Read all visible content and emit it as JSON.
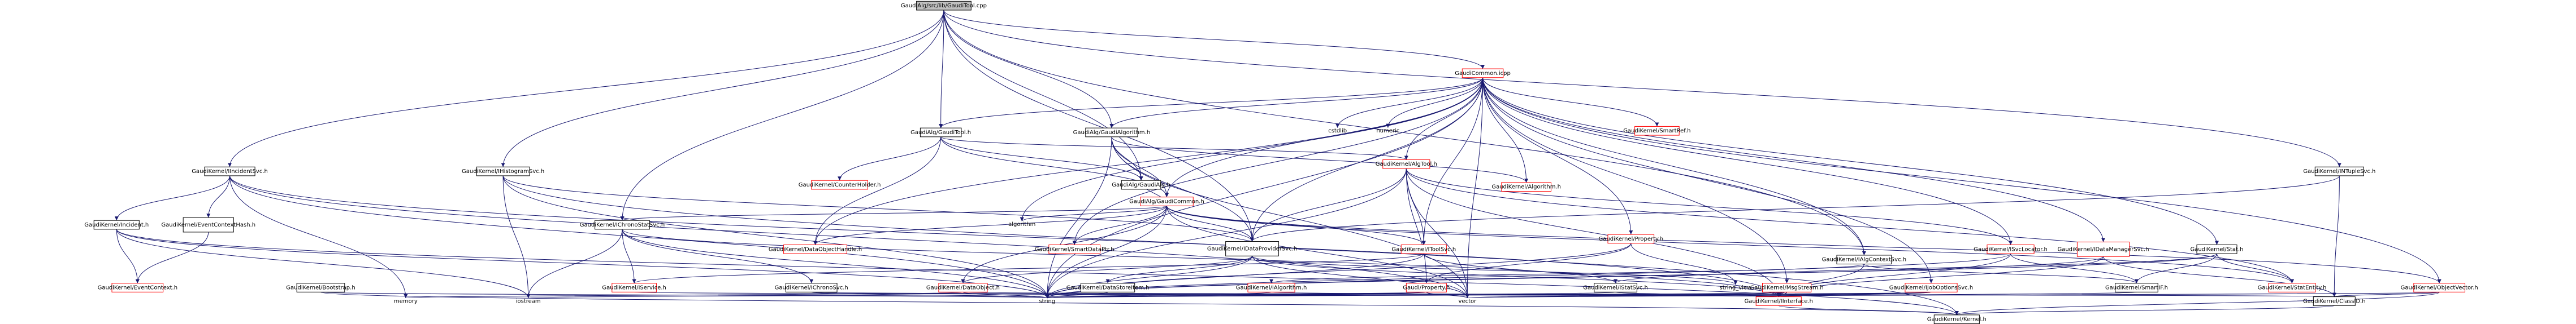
{
  "colors": {
    "edge": "#191970",
    "root_fill": "#bfbfbf",
    "red_border": "#ff0000",
    "black_border": "#000000"
  },
  "nodes": [
    {
      "id": "root",
      "label": "GaudiAlg/src/lib/GaudiTool.cpp",
      "style": "root"
    },
    {
      "id": "gaudicommon_icpp",
      "label": "GaudiCommon.icpp",
      "style": "red"
    },
    {
      "id": "gauditool_h",
      "label": "GaudiAlg/GaudiTool.h",
      "style": "black"
    },
    {
      "id": "gaudialgorithm_h",
      "label": "GaudiAlg/GaudiAlgorithm.h",
      "style": "black"
    },
    {
      "id": "iincidentsvc",
      "label": "GaudiKernel/IIncidentSvc.h",
      "style": "black"
    },
    {
      "id": "ihistogramsvc",
      "label": "GaudiKernel/IHistogramSvc.h",
      "style": "black"
    },
    {
      "id": "intuplesvc",
      "label": "GaudiKernel/INTupleSvc.h",
      "style": "black"
    },
    {
      "id": "cstdlib",
      "label": "cstdlib",
      "style": "plain"
    },
    {
      "id": "numeric",
      "label": "numeric",
      "style": "plain"
    },
    {
      "id": "smartref",
      "label": "GaudiKernel/SmartRef.h",
      "style": "red"
    },
    {
      "id": "counterholder",
      "label": "GaudiKernel/CounterHolder.h",
      "style": "red"
    },
    {
      "id": "gaudialg_h",
      "label": "GaudiAlg/GaudiAlg.h",
      "style": "black"
    },
    {
      "id": "gaudicommon_h",
      "label": "GaudiAlg/GaudiCommon.h",
      "style": "red"
    },
    {
      "id": "algtool",
      "label": "GaudiKernel/AlgTool.h",
      "style": "red"
    },
    {
      "id": "algorithm_h",
      "label": "GaudiKernel/Algorithm.h",
      "style": "red"
    },
    {
      "id": "incident",
      "label": "GaudiKernel/Incident.h",
      "style": "black"
    },
    {
      "id": "eventcontexthash",
      "label": "GaudiKernel/EventContextHash.h",
      "style": "black"
    },
    {
      "id": "ichronostatsvc",
      "label": "GaudiKernel/IChronoStatSvc.h",
      "style": "black"
    },
    {
      "id": "algorithm_std",
      "label": "algorithm",
      "style": "plain"
    },
    {
      "id": "dataobjecthandle",
      "label": "GaudiKernel/DataObjectHandle.h",
      "style": "red"
    },
    {
      "id": "smartdataptr",
      "label": "GaudiKernel/SmartDataPtr.h",
      "style": "red"
    },
    {
      "id": "idataprovidersvc",
      "label": "GaudiKernel/IDataProviderSvc.h",
      "style": "black"
    },
    {
      "id": "itoolsvc",
      "label": "GaudiKernel/IToolSvc.h",
      "style": "red"
    },
    {
      "id": "property",
      "label": "GaudiKernel/Property.h",
      "style": "red"
    },
    {
      "id": "ialgcontextsvc",
      "label": "GaudiKernel/IAlgContextSvc.h",
      "style": "black"
    },
    {
      "id": "isvclocator",
      "label": "GaudiKernel/ISvcLocator.h",
      "style": "red"
    },
    {
      "id": "idatamanagersvc",
      "label": "GaudiKernel/IDataManagerSvc.h",
      "style": "red"
    },
    {
      "id": "stat",
      "label": "GaudiKernel/Stat.h",
      "style": "black"
    },
    {
      "id": "eventcontext",
      "label": "GaudiKernel/EventContext.h",
      "style": "red"
    },
    {
      "id": "bootstrap",
      "label": "GaudiKernel/Bootstrap.h",
      "style": "black"
    },
    {
      "id": "iservice",
      "label": "GaudiKernel/IService.h",
      "style": "red"
    },
    {
      "id": "ichronosvc",
      "label": "GaudiKernel/IChronoSvc.h",
      "style": "black"
    },
    {
      "id": "dataobject",
      "label": "GaudiKernel/DataObject.h",
      "style": "red"
    },
    {
      "id": "datastoreitem",
      "label": "GaudiKernel/DataStoreItem.h",
      "style": "black"
    },
    {
      "id": "ialgorithm",
      "label": "GaudiKernel/IAlgorithm.h",
      "style": "red"
    },
    {
      "id": "gaudiproperty",
      "label": "Gaudi/Property.h",
      "style": "red"
    },
    {
      "id": "istatsvc",
      "label": "GaudiKernel/IStatSvc.h",
      "style": "black"
    },
    {
      "id": "string_view",
      "label": "string_view",
      "style": "plain"
    },
    {
      "id": "msgstream",
      "label": "GaudiKernel/MsgStream.h",
      "style": "red"
    },
    {
      "id": "ijoboptionssvc",
      "label": "GaudiKernel/IJobOptionsSvc.h",
      "style": "red"
    },
    {
      "id": "smartif",
      "label": "GaudiKernel/SmartIF.h",
      "style": "black"
    },
    {
      "id": "statentity",
      "label": "GaudiKernel/StatEntity.h",
      "style": "red"
    },
    {
      "id": "objectvector",
      "label": "GaudiKernel/ObjectVector.h",
      "style": "red"
    },
    {
      "id": "memory",
      "label": "memory",
      "style": "plain"
    },
    {
      "id": "iostream",
      "label": "iostream",
      "style": "plain"
    },
    {
      "id": "string",
      "label": "string",
      "style": "plain"
    },
    {
      "id": "vector",
      "label": "vector",
      "style": "plain"
    },
    {
      "id": "iinterface",
      "label": "GaudiKernel/IInterface.h",
      "style": "red"
    },
    {
      "id": "classid",
      "label": "GaudiKernel/ClassID.h",
      "style": "black"
    },
    {
      "id": "kernel",
      "label": "GaudiKernel/Kernel.h",
      "style": "black"
    }
  ],
  "edges": [
    [
      "root",
      "gaudicommon_icpp"
    ],
    [
      "root",
      "gauditool_h"
    ],
    [
      "root",
      "gaudialgorithm_h"
    ],
    [
      "root",
      "iincidentsvc"
    ],
    [
      "root",
      "ihistogramsvc"
    ],
    [
      "root",
      "intuplesvc"
    ],
    [
      "root",
      "ichronostatsvc"
    ],
    [
      "root",
      "gaudialg_h"
    ],
    [
      "root",
      "idataprovidersvc"
    ],
    [
      "root",
      "ialgcontextsvc"
    ],
    [
      "gaudicommon_icpp",
      "cstdlib"
    ],
    [
      "gaudicommon_icpp",
      "numeric"
    ],
    [
      "gaudicommon_icpp",
      "smartref"
    ],
    [
      "gaudicommon_icpp",
      "gauditool_h"
    ],
    [
      "gaudicommon_icpp",
      "gaudialgorithm_h"
    ],
    [
      "gaudicommon_icpp",
      "algtool"
    ],
    [
      "gaudicommon_icpp",
      "algorithm_h"
    ],
    [
      "gaudicommon_icpp",
      "gaudicommon_h"
    ],
    [
      "gaudicommon_icpp",
      "smartdataptr"
    ],
    [
      "gaudicommon_icpp",
      "idataprovidersvc"
    ],
    [
      "gaudicommon_icpp",
      "itoolsvc"
    ],
    [
      "gaudicommon_icpp",
      "property"
    ],
    [
      "gaudicommon_icpp",
      "ialgcontextsvc"
    ],
    [
      "gaudicommon_icpp",
      "isvclocator"
    ],
    [
      "gaudicommon_icpp",
      "idatamanagersvc"
    ],
    [
      "gaudicommon_icpp",
      "stat"
    ],
    [
      "gaudicommon_icpp",
      "msgstream"
    ],
    [
      "gaudicommon_icpp",
      "ijoboptionssvc"
    ],
    [
      "gaudicommon_icpp",
      "objectvector"
    ],
    [
      "gaudicommon_icpp",
      "dataobjecthandle"
    ],
    [
      "gaudicommon_icpp",
      "algorithm_std"
    ],
    [
      "gaudicommon_icpp",
      "vector"
    ],
    [
      "gaudicommon_icpp",
      "string"
    ],
    [
      "gauditool_h",
      "gaudicommon_h"
    ],
    [
      "gauditool_h",
      "algtool"
    ],
    [
      "gauditool_h",
      "counterholder"
    ],
    [
      "gauditool_h",
      "gaudialg_h"
    ],
    [
      "gauditool_h",
      "dataobjecthandle"
    ],
    [
      "gaudialgorithm_h",
      "gaudicommon_h"
    ],
    [
      "gaudialgorithm_h",
      "algorithm_h"
    ],
    [
      "gaudialgorithm_h",
      "gaudialg_h"
    ],
    [
      "gaudialgorithm_h",
      "idataprovidersvc"
    ],
    [
      "gaudialgorithm_h",
      "vector"
    ],
    [
      "gaudialgorithm_h",
      "string"
    ],
    [
      "gaudicommon_h",
      "algorithm_std"
    ],
    [
      "gaudicommon_h",
      "dataobjecthandle"
    ],
    [
      "gaudicommon_h",
      "smartdataptr"
    ],
    [
      "gaudicommon_h",
      "idataprovidersvc"
    ],
    [
      "gaudicommon_h",
      "itoolsvc"
    ],
    [
      "gaudicommon_h",
      "ichronostatsvc"
    ],
    [
      "gaudicommon_h",
      "dataobject"
    ],
    [
      "gaudicommon_h",
      "gaudialg_h"
    ],
    [
      "gaudicommon_h",
      "string"
    ],
    [
      "gaudicommon_h",
      "vector"
    ],
    [
      "gaudicommon_h",
      "statentity"
    ],
    [
      "gaudicommon_h",
      "objectvector"
    ],
    [
      "algtool",
      "itoolsvc"
    ],
    [
      "algtool",
      "isvclocator"
    ],
    [
      "algtool",
      "gaudiproperty"
    ],
    [
      "algtool",
      "iinterface"
    ],
    [
      "algtool",
      "statentity"
    ],
    [
      "algtool",
      "idataprovidersvc"
    ],
    [
      "algtool",
      "string"
    ],
    [
      "algtool",
      "vector"
    ],
    [
      "iincidentsvc",
      "incident"
    ],
    [
      "iincidentsvc",
      "eventcontexthash"
    ],
    [
      "iincidentsvc",
      "iinterface"
    ],
    [
      "iincidentsvc",
      "memory"
    ],
    [
      "iincidentsvc",
      "string"
    ],
    [
      "iincidentsvc",
      "vector"
    ],
    [
      "incident",
      "eventcontext"
    ],
    [
      "incident",
      "iostream"
    ],
    [
      "incident",
      "string"
    ],
    [
      "incident",
      "kernel"
    ],
    [
      "eventcontexthash",
      "eventcontext"
    ],
    [
      "ihistogramsvc",
      "idataprovidersvc"
    ],
    [
      "ihistogramsvc",
      "iostream"
    ],
    [
      "ihistogramsvc",
      "string"
    ],
    [
      "ihistogramsvc",
      "kernel"
    ],
    [
      "intuplesvc",
      "idataprovidersvc"
    ],
    [
      "intuplesvc",
      "classid"
    ],
    [
      "ichronostatsvc",
      "iservice"
    ],
    [
      "ichronostatsvc",
      "ichronosvc"
    ],
    [
      "ichronostatsvc",
      "istatsvc"
    ],
    [
      "ichronostatsvc",
      "iostream"
    ],
    [
      "ichronostatsvc",
      "string"
    ],
    [
      "idataprovidersvc",
      "dataobject"
    ],
    [
      "idataprovidersvc",
      "datastoreitem"
    ],
    [
      "idataprovidersvc",
      "iinterface"
    ],
    [
      "idataprovidersvc",
      "string"
    ],
    [
      "idataprovidersvc",
      "vector"
    ],
    [
      "idataprovidersvc",
      "string_view"
    ],
    [
      "itoolsvc",
      "iservice"
    ],
    [
      "itoolsvc",
      "iinterface"
    ],
    [
      "itoolsvc",
      "string"
    ],
    [
      "property",
      "gaudiproperty"
    ],
    [
      "property",
      "string_view"
    ],
    [
      "property",
      "string"
    ],
    [
      "ialgcontextsvc",
      "ialgorithm"
    ],
    [
      "ialgcontextsvc",
      "iinterface"
    ],
    [
      "ialgcontextsvc",
      "smartif"
    ],
    [
      "isvclocator",
      "smartif"
    ],
    [
      "isvclocator",
      "iinterface"
    ],
    [
      "isvclocator",
      "string"
    ],
    [
      "idatamanagersvc",
      "classid"
    ],
    [
      "idatamanagersvc",
      "iinterface"
    ],
    [
      "idatamanagersvc",
      "string"
    ],
    [
      "stat",
      "statentity"
    ],
    [
      "stat",
      "smartif"
    ],
    [
      "stat",
      "istatsvc"
    ],
    [
      "stat",
      "string"
    ],
    [
      "bootstrap",
      "kernel"
    ],
    [
      "bootstrap",
      "string"
    ],
    [
      "iservice",
      "iinterface"
    ],
    [
      "ichronosvc",
      "iinterface"
    ],
    [
      "ichronosvc",
      "string"
    ],
    [
      "dataobject",
      "classid"
    ],
    [
      "dataobject",
      "string"
    ],
    [
      "dataobject",
      "memory"
    ],
    [
      "datastoreitem",
      "string"
    ],
    [
      "ialgorithm",
      "iinterface"
    ],
    [
      "ialgorithm",
      "string"
    ],
    [
      "gaudiproperty",
      "string"
    ],
    [
      "gaudiproperty",
      "iostream"
    ],
    [
      "gaudiproperty",
      "vector"
    ],
    [
      "istatsvc",
      "iinterface"
    ],
    [
      "istatsvc",
      "string"
    ],
    [
      "msgstream",
      "iinterface"
    ],
    [
      "msgstream",
      "string"
    ],
    [
      "ijoboptionssvc",
      "iinterface"
    ],
    [
      "ijoboptionssvc",
      "string"
    ],
    [
      "ijoboptionssvc",
      "vector"
    ],
    [
      "smartif",
      "iinterface"
    ],
    [
      "objectvector",
      "classid"
    ],
    [
      "objectvector",
      "vector"
    ],
    [
      "objectvector",
      "kernel"
    ],
    [
      "iinterface",
      "kernel"
    ],
    [
      "classid",
      "kernel"
    ]
  ]
}
